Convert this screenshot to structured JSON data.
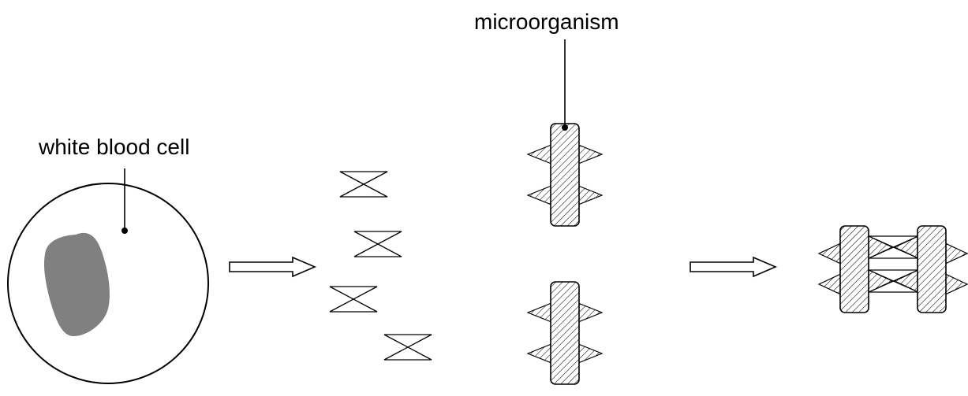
{
  "labels": {
    "white_blood_cell": "white blood cell",
    "microorganism": "microorganism"
  },
  "colors": {
    "stroke": "#000000",
    "nucleus": "#808080",
    "background": "#ffffff"
  },
  "stages": [
    "white-blood-cell",
    "arrow",
    "antibodies-and-microorganisms",
    "arrow",
    "clumped-microorganisms"
  ]
}
